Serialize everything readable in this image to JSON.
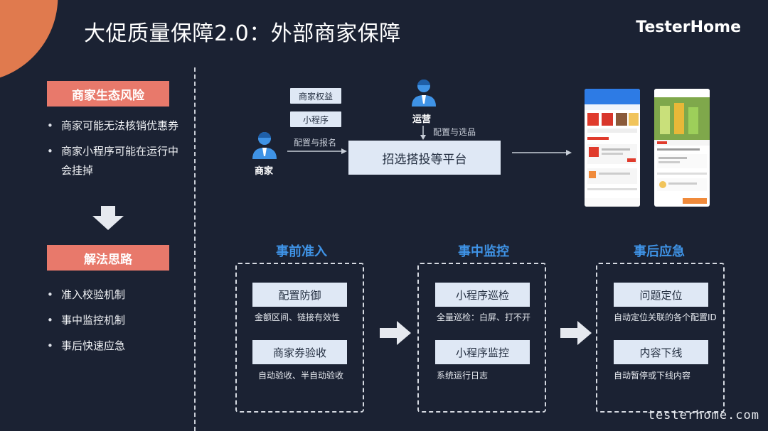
{
  "header": {
    "title": "大促质量保障2.0：外部商家保障",
    "brand": "TesterHome"
  },
  "left": {
    "risk_label": "商家生态风险",
    "risks": [
      "商家可能无法核销优惠券",
      "商家小程序可能在运行中",
      "会挂掉"
    ],
    "solution_label": "解法思路",
    "solutions": [
      "准入校验机制",
      "事中监控机制",
      "事后快速应急"
    ]
  },
  "flow": {
    "merchant_label": "商家",
    "operator_label": "运营",
    "chip_rights": "商家权益",
    "chip_miniapp": "小程序",
    "config_signup": "配置与报名",
    "config_select": "配置与选品",
    "platform": "招选搭投等平台"
  },
  "stages": [
    {
      "title": "事前准入",
      "items": [
        {
          "label": "配置防御",
          "desc": "金额区间、链接有效性"
        },
        {
          "label": "商家券验收",
          "desc": "自动验收、半自动验收"
        }
      ]
    },
    {
      "title": "事中监控",
      "items": [
        {
          "label": "小程序巡检",
          "desc": "全量巡检：白屏、打不开"
        },
        {
          "label": "小程序监控",
          "desc": "系统运行日志"
        }
      ]
    },
    {
      "title": "事后应急",
      "items": [
        {
          "label": "问题定位",
          "desc": "自动定位关联的各个配置ID"
        },
        {
          "label": "内容下线",
          "desc": "自动暂停或下线内容"
        }
      ]
    }
  ],
  "watermark": "testerhome.com",
  "colors": {
    "background": "#1b2233",
    "accent_red": "#e8796b",
    "accent_blue": "#3f93e6",
    "box_fill": "#dfe8f5",
    "corner": "#e07a4e"
  },
  "icons": {
    "person": "person-icon",
    "arrow": "arrow-right-icon",
    "down": "arrow-down-icon"
  }
}
